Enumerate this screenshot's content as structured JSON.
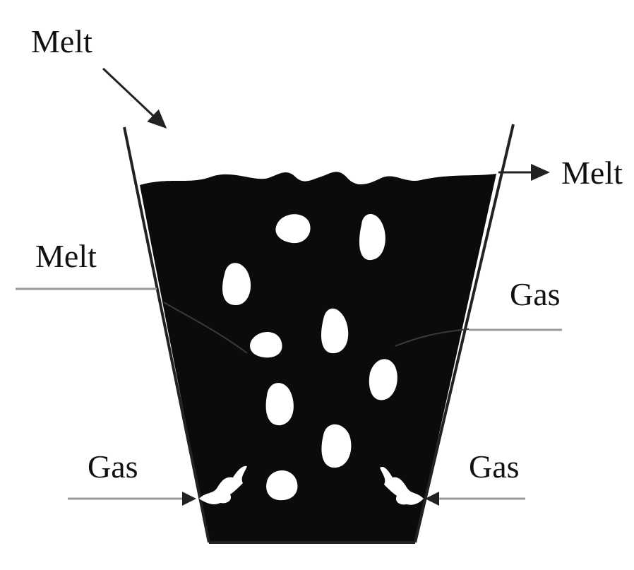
{
  "labels": {
    "melt_inlet": "Melt",
    "melt_outlet": "Melt",
    "melt_layer": "Melt",
    "gas_layer": "Gas",
    "gas_inlet_left": "Gas",
    "gas_inlet_right": "Gas"
  },
  "colors": {
    "melt_fill": "#0b0b0b",
    "vessel_wall": "#222222",
    "gas_bubble": "#ffffff",
    "leader_line": "#9a9a9a",
    "arrow": "#222222"
  }
}
